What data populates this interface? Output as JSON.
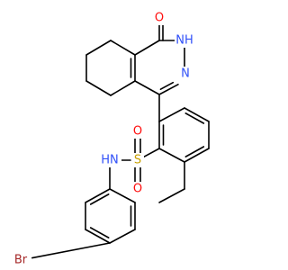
{
  "colors": {
    "bond": "#000000",
    "carbon": "#000000",
    "oxygen": "#ff0d0d",
    "nitrogen": "#3050f8",
    "sulfur": "#c8a000",
    "bromine": "#a62929"
  },
  "atoms": {
    "carbonyl_o": {
      "text": "O",
      "element": "oxygen"
    },
    "amide_nh": {
      "text": "NH",
      "element": "nitrogen"
    },
    "ring_n": {
      "text": "N",
      "element": "nitrogen"
    },
    "sulfur": {
      "text": "S",
      "element": "sulfur"
    },
    "sulfonyl_o_top": {
      "text": "O",
      "element": "oxygen"
    },
    "sulfonyl_o_bottom": {
      "text": "O",
      "element": "oxygen"
    },
    "sulfonamide_nh": {
      "text": "HN",
      "element": "nitrogen"
    },
    "bromine": {
      "text": "Br",
      "element": "bromine"
    }
  }
}
